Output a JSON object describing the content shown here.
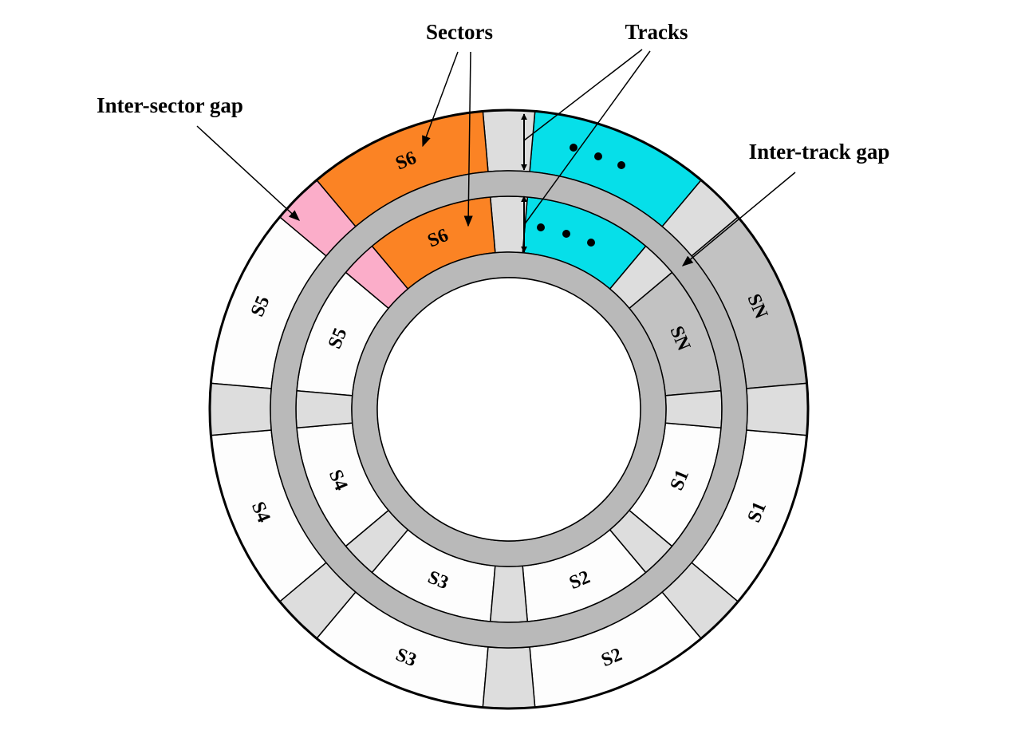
{
  "callouts": {
    "sectors": "Sectors",
    "tracks": "Tracks",
    "inter_sector_gap": "Inter-sector gap",
    "inter_track_gap": "Inter-track gap"
  },
  "outer_track": {
    "s6": "S6",
    "s5": "S5",
    "s4": "S4",
    "s3": "S3",
    "s2": "S2",
    "s1": "S1",
    "sn": "SN"
  },
  "inner_track": {
    "s6": "S6",
    "s5": "S5",
    "s4": "S4",
    "s3": "S3",
    "s2": "S2",
    "s1": "S1",
    "sn": "SN"
  },
  "colors": {
    "highlight_sector": "#fb8324",
    "highlight_gap": "#fbadc9",
    "cyan_sector": "#06dfe9",
    "last_sector": "#c2c2c2",
    "gap": "#dddddd",
    "inter_track_gap": "#b9b9b9",
    "sector": "#fdfdfd"
  }
}
